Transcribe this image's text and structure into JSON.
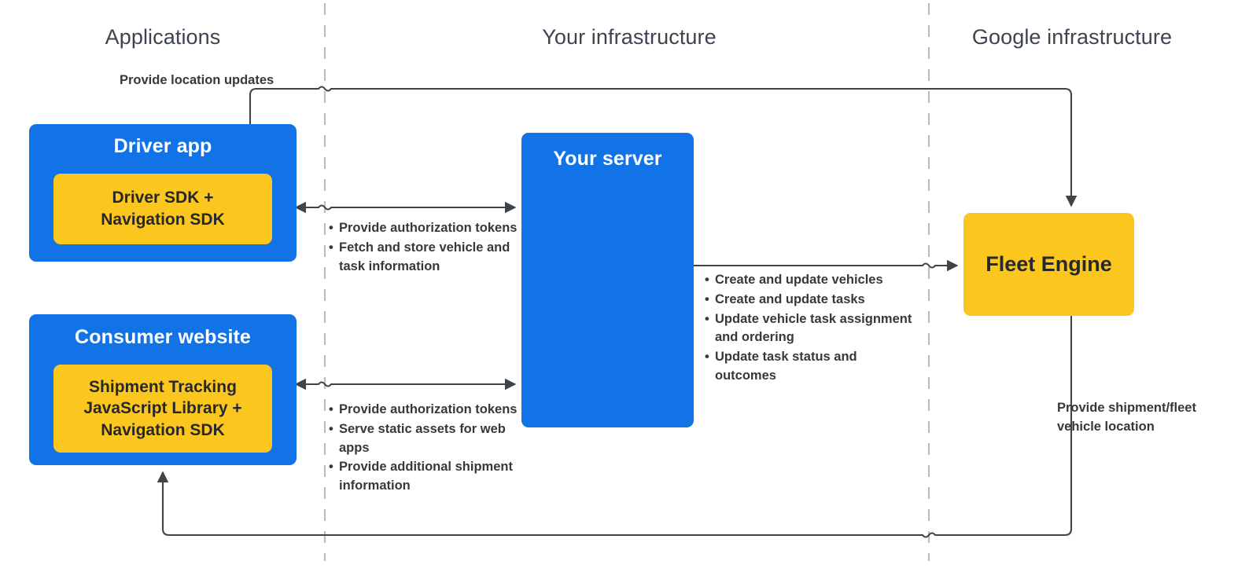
{
  "diagram": {
    "title": "Fleet Engine integration architecture",
    "colors": {
      "blue": "#1273E6",
      "yellow": "#FBC61D",
      "text_dark": "#35383d",
      "header_text": "#3c4450",
      "divider": "#b9bdc2",
      "wire": "#3f4449"
    }
  },
  "zones": [
    {
      "id": "applications",
      "label": "Applications"
    },
    {
      "id": "your-infrastructure",
      "label": "Your infrastructure"
    },
    {
      "id": "google-infrastructure",
      "label": "Google infrastructure"
    }
  ],
  "nodes": {
    "driver_app": {
      "title": "Driver app",
      "inner_label": "Driver SDK +\nNavigation SDK"
    },
    "consumer_website": {
      "title": "Consumer website",
      "inner_label": "Shipment Tracking\nJavaScript Library  +\nNavigation SDK"
    },
    "your_server": {
      "title": "Your server"
    },
    "fleet_engine": {
      "title": "Fleet Engine"
    }
  },
  "annotations": {
    "location_updates": {
      "label": "Provide location updates"
    },
    "driver_server": {
      "items": [
        "Provide authorization tokens",
        "Fetch and store vehicle and task information"
      ]
    },
    "consumer_server": {
      "items": [
        "Provide authorization tokens",
        "Serve static assets for web apps",
        "Provide additional shipment information"
      ]
    },
    "server_fleet": {
      "items": [
        "Create and update vehicles",
        "Create and update tasks",
        "Update vehicle task assignment and ordering",
        "Update task status and outcomes"
      ]
    },
    "fleet_back": {
      "label": "Provide shipment/fleet vehicle location"
    }
  }
}
